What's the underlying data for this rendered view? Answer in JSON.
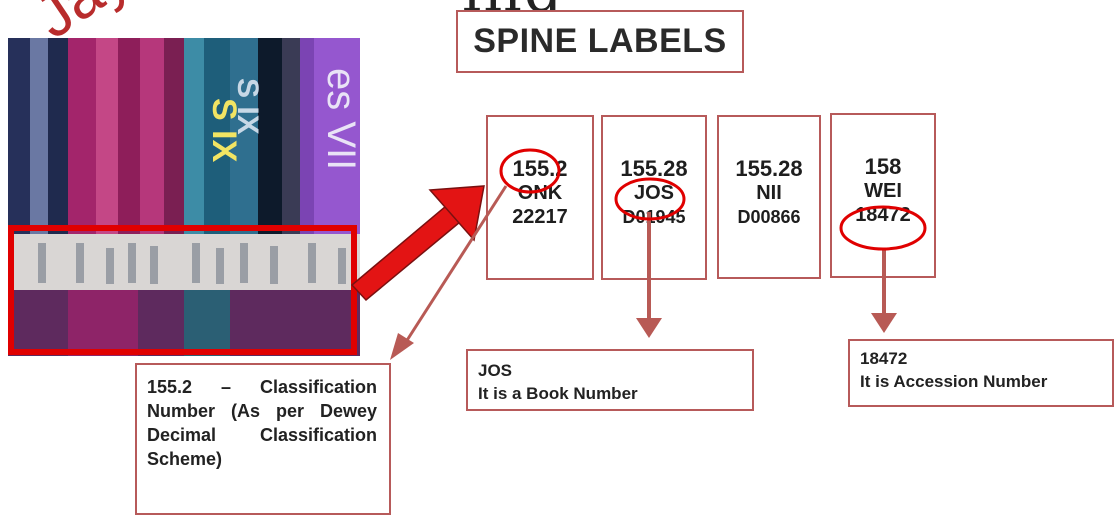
{
  "header": {
    "cut_heading": "ing",
    "title": "SPINE LABELS",
    "watermark": "Jay"
  },
  "spine_labels": [
    {
      "line1": "155.2",
      "line2": "ONK",
      "line3": "22217"
    },
    {
      "line1": "155.28",
      "line2": "JOS",
      "line3": "D01945"
    },
    {
      "line1": "155.28",
      "line2": "NII",
      "line3": "D00866"
    },
    {
      "line1": "158",
      "line2": "WEI",
      "line3": "18472"
    }
  ],
  "callouts": {
    "classification": "155.2 – Classification Number (As per Dewey Decimal Classification Scheme)",
    "book_number": {
      "term": "JOS",
      "text": "It is a Book Number"
    },
    "accession": {
      "term": "18472",
      "text": "It is Accession Number"
    }
  },
  "colors": {
    "box_border": "#b75a5a",
    "highlight_red": "#e00000",
    "arrow_red": "#e31414",
    "connector": "#b85a55"
  }
}
